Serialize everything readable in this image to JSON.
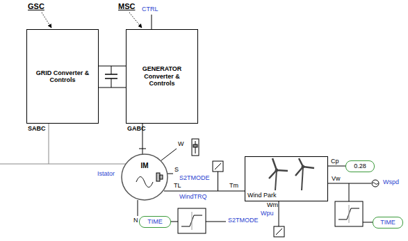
{
  "diagram": {
    "nodes": [
      {
        "text": [
          "GRID Converter & Controls"
        ]
      },
      {
        "text": [
          "GENERATOR Converter & Controls"
        ]
      },
      {
        "text": [
          "IM"
        ]
      },
      {
        "text": [
          "Wind Park"
        ]
      },
      {
        "text": [
          "0.28"
        ]
      },
      {
        "text": [
          "TIME"
        ]
      },
      {
        "text": [
          "TIME"
        ]
      }
    ],
    "edges": [
      {
        "from": 0,
        "to": 1,
        "arrow": "none"
      },
      {
        "from": 1,
        "to": 2,
        "arrow": "none"
      },
      {
        "from": 0,
        "to": 2,
        "arrow": "none"
      }
    ],
    "labels": [
      "GSC",
      "MSC",
      "CTRL",
      "SABC",
      "GABC",
      "W",
      "S",
      "S2TMODE",
      "TL",
      "WindTRQ",
      "Istator",
      "N",
      "Tm",
      "Cp",
      "Vw",
      "Wm",
      "Wpu",
      "Wspd",
      "S2TMODE"
    ]
  }
}
